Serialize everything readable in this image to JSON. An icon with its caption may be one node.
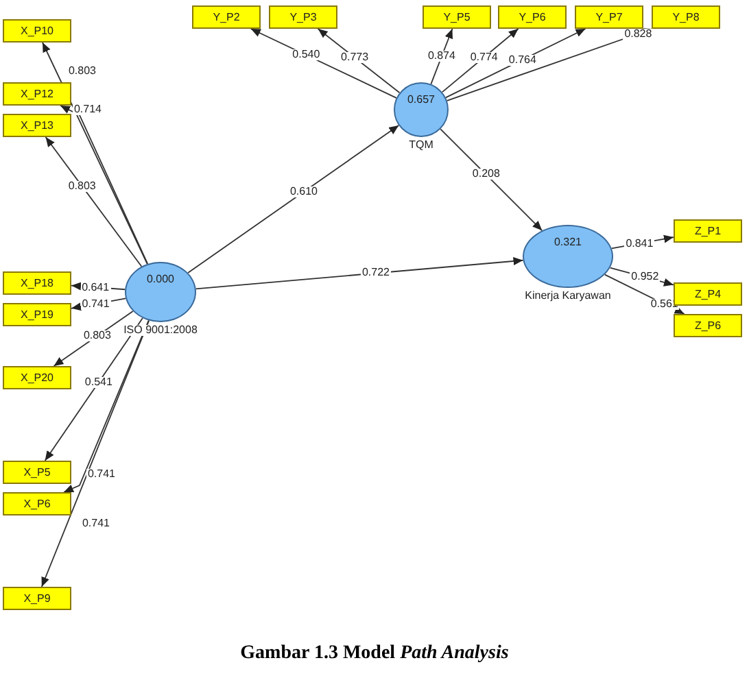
{
  "diagram": {
    "caption": "Gambar 1.3 Model *Path Analysis*",
    "nodes": [
      {
        "text": [
          "Y_P2"
        ]
      },
      {
        "text": [
          "Y_P3"
        ]
      },
      {
        "text": [
          "Y_P5"
        ]
      },
      {
        "text": [
          "Y_P6"
        ]
      },
      {
        "text": [
          "Y_P7"
        ]
      },
      {
        "text": [
          "Y_P8"
        ]
      },
      {
        "text": [
          "X_P10"
        ]
      },
      {
        "text": [
          "X_P12"
        ]
      },
      {
        "text": [
          "X_P13"
        ]
      },
      {
        "text": [
          "0.657"
        ],
        "beside": [
          "TQM"
        ]
      },
      {
        "text": [
          "X_P18"
        ]
      },
      {
        "text": [
          "X_P19"
        ]
      },
      {
        "text": [
          "0.000"
        ],
        "beside": [
          "ISO 9001:2008"
        ]
      },
      {
        "text": [
          "0.321"
        ],
        "beside": [
          "Kinerja Karyawan"
        ]
      },
      {
        "text": [
          "Z_P1"
        ]
      },
      {
        "text": [
          "Z_P4"
        ]
      },
      {
        "text": [
          "Z_P6"
        ]
      },
      {
        "text": [
          "X_P20"
        ]
      },
      {
        "text": [
          "X_P5"
        ]
      },
      {
        "text": [
          "X_P6"
        ]
      },
      {
        "text": [
          "X_P9"
        ]
      }
    ],
    "edges": [
      {
        "from": 9,
        "to": 0,
        "arrow": "to",
        "label": "0.540"
      },
      {
        "from": 9,
        "to": 1,
        "arrow": "to",
        "label": "0.773"
      },
      {
        "from": 9,
        "to": 2,
        "arrow": "to",
        "label": "0.874"
      },
      {
        "from": 9,
        "to": 3,
        "arrow": "to",
        "label": "0.774"
      },
      {
        "from": 9,
        "to": 4,
        "arrow": "to",
        "label": "0.764"
      },
      {
        "from": 9,
        "to": 5,
        "arrow": "to",
        "label": "0.828"
      },
      {
        "from": 12,
        "to": 6,
        "arrow": "to",
        "label": "0.803"
      },
      {
        "from": 12,
        "to": 7,
        "arrow": "to",
        "label": "0.714"
      },
      {
        "from": 12,
        "to": 8,
        "arrow": "to",
        "label": "0.803"
      },
      {
        "from": 12,
        "to": 10,
        "arrow": "to",
        "label": "0.641"
      },
      {
        "from": 12,
        "to": 11,
        "arrow": "to",
        "label": "0.741"
      },
      {
        "from": 12,
        "to": 17,
        "arrow": "to",
        "label": "0.803"
      },
      {
        "from": 12,
        "to": 18,
        "arrow": "to",
        "label": "0.541"
      },
      {
        "from": 12,
        "to": 19,
        "arrow": "to",
        "label": "0.741"
      },
      {
        "from": 12,
        "to": 20,
        "arrow": "to",
        "label": "0.741"
      },
      {
        "from": 12,
        "to": 9,
        "arrow": "to",
        "label": "0.610"
      },
      {
        "from": 12,
        "to": 13,
        "arrow": "to",
        "label": "0.722"
      },
      {
        "from": 9,
        "to": 13,
        "arrow": "to",
        "label": "0.208"
      },
      {
        "from": 13,
        "to": 14,
        "arrow": "to",
        "label": "0.841"
      },
      {
        "from": 13,
        "to": 15,
        "arrow": "to",
        "label": "0.952"
      },
      {
        "from": 13,
        "to": 16,
        "arrow": "to",
        "label": "0.561"
      }
    ]
  }
}
